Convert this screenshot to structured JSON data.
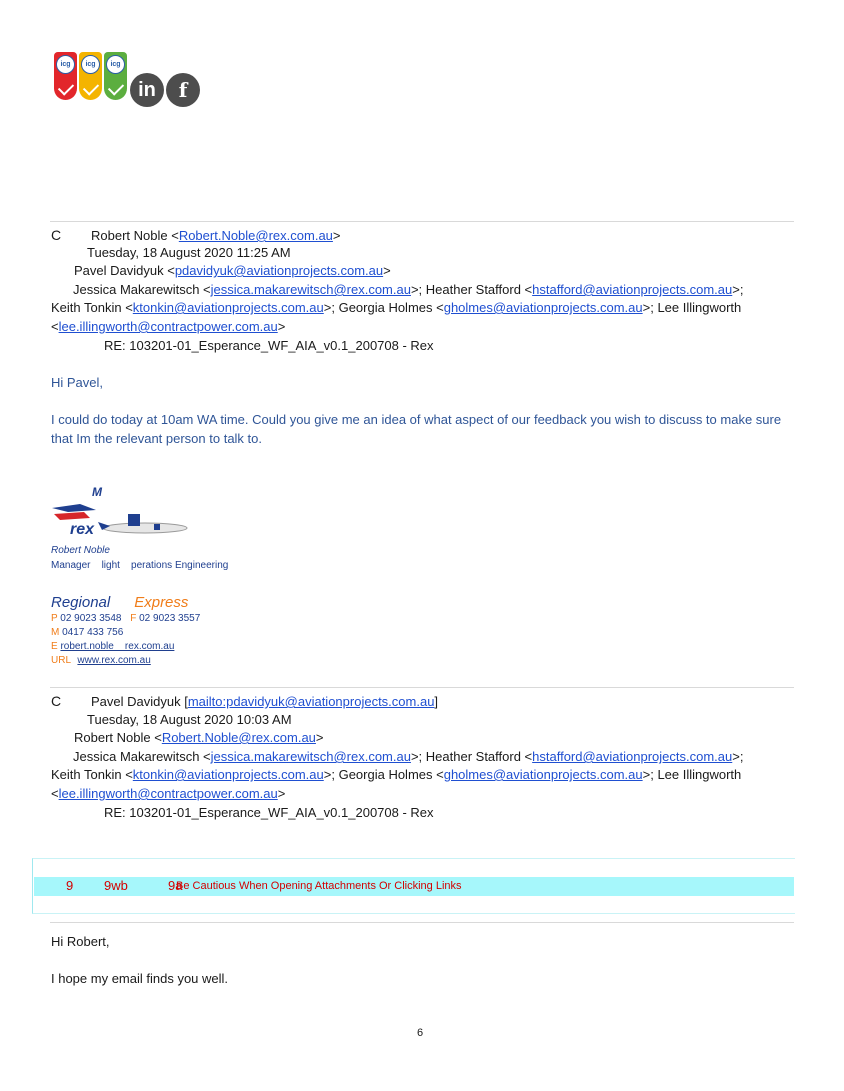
{
  "logos": {
    "badge_text": "icg",
    "linkedin": "in",
    "facebook": "f"
  },
  "email1": {
    "from_marker": "C",
    "from_name": "Robert Noble <",
    "from_email": "Robert.Noble@rex.com.au",
    "from_close": ">",
    "date": "Tuesday, 18 August 2020 11:25 AM",
    "to_name": "Pavel Davidyuk <",
    "to_email": "pdavidyuk@aviationprojects.com.au",
    "to_close": ">",
    "cc1_name": "Jessica Makarewitsch <",
    "cc1_email": "jessica.makarewitsch@rex.com.au",
    "cc1_sep": ">; Heather Stafford <",
    "cc2_email": "hstafford@aviationprojects.com.au",
    "cc2_close": ">;",
    "cc3_name": "Keith Tonkin <",
    "cc3_email": "ktonkin@aviationprojects.com.au",
    "cc3_sep": ">; Georgia Holmes <",
    "cc4_email": "gholmes@aviationprojects.com.au",
    "cc4_sep": ">; Lee Illingworth",
    "cc5_open": "<",
    "cc5_email": "lee.illingworth@contractpower.com.au",
    "cc5_close": ">",
    "subject": "RE: 103201-01_Esperance_WF_AIA_v0.1_200708 - Rex",
    "greeting": "Hi Pavel,",
    "body": "I could do today at 10am WA time. Could you give me an idea of what aspect of our feedback you wish to discuss to make sure that Im the relevant person to talk to."
  },
  "signature": {
    "m_mark": "M",
    "name": "Robert Noble",
    "title": "Manager    light    perations Engineering",
    "company_a": "Regional",
    "company_b": "Express",
    "p_label": "P",
    "p_value": "02 9023 3548",
    "f_label": "F",
    "f_value": "02 9023 3557",
    "m_label": "M",
    "m_value": "0417 433 756",
    "e_label": "E",
    "e_value": "robert.noble    rex.com.au",
    "url_label": "URL",
    "url_value": "www.rex.com.au"
  },
  "email2": {
    "from_marker": "C",
    "from_name": "Pavel Davidyuk [",
    "from_email": "mailto:pdavidyuk@aviationprojects.com.au",
    "from_close": "]",
    "date": "Tuesday, 18 August 2020 10:03 AM",
    "to_name": "Robert Noble <",
    "to_email": "Robert.Noble@rex.com.au",
    "to_close": ">",
    "cc1_name": "Jessica Makarewitsch <",
    "cc1_email": "jessica.makarewitsch@rex.com.au",
    "cc1_sep": ">; Heather Stafford <",
    "cc2_email": "hstafford@aviationprojects.com.au",
    "cc2_close": ">;",
    "cc3_name": "Keith Tonkin <",
    "cc3_email": "ktonkin@aviationprojects.com.au",
    "cc3_sep": ">; Georgia Holmes <",
    "cc4_email": "gholmes@aviationprojects.com.au",
    "cc4_sep": ">; Lee Illingworth",
    "cc5_open": "<",
    "cc5_email": "lee.illingworth@contractpower.com.au",
    "cc5_close": ">",
    "subject": "RE: 103201-01_Esperance_WF_AIA_v0.1_200708 - Rex",
    "greeting": "Hi Robert,",
    "body": "I hope my email finds you well."
  },
  "warning": {
    "prefix_a": "9",
    "prefix_b": "9wb",
    "prefix_c": "9a",
    "text": "Be Cautious When Opening Attachments Or Clicking Links",
    "bg_color": "#a6f7fb",
    "text_color": "#d40000"
  },
  "page_number": "6"
}
